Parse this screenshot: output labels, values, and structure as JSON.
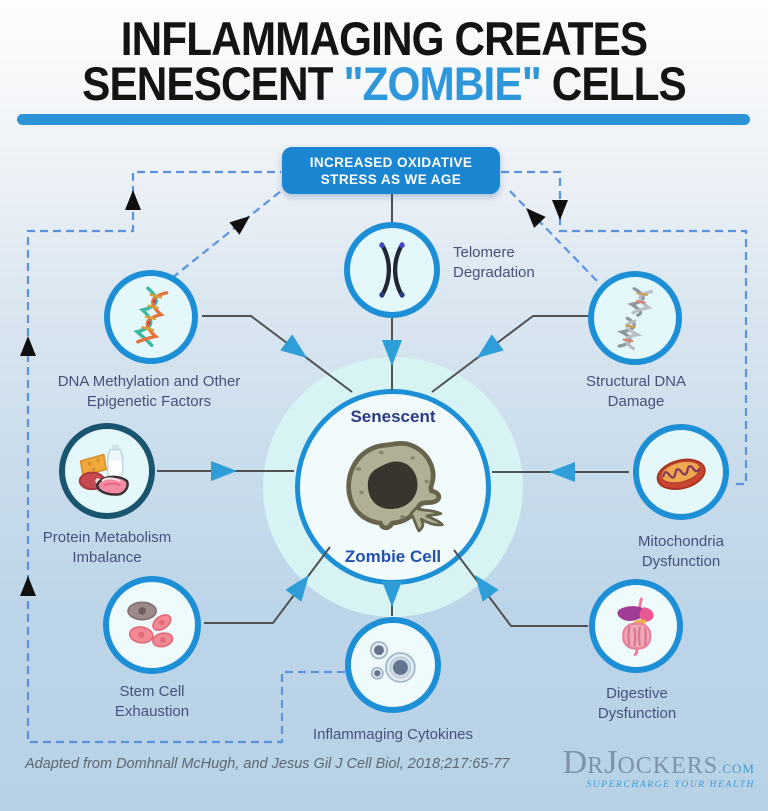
{
  "title": {
    "line1": "INFLAMMAGING CREATES",
    "line2_prefix": "SENESCENT ",
    "line2_highlight": "\"ZOMBIE\"",
    "line2_suffix": " CELLS"
  },
  "banner": {
    "text": "INCREASED OXIDATIVE STRESS AS WE AGE"
  },
  "center": {
    "top_label": "Senescent",
    "bottom_label": "Zombie Cell",
    "icon": "zombie-cell-icon"
  },
  "nodes": [
    {
      "id": "telomere",
      "label": "Telomere Degradation",
      "icon": "chromosome-icon"
    },
    {
      "id": "dna-methylation",
      "label": "DNA Methylation and Other Epigenetic Factors",
      "icon": "dna-helix-icon"
    },
    {
      "id": "structural-dna",
      "label": "Structural DNA Damage",
      "icon": "broken-dna-icon"
    },
    {
      "id": "protein",
      "label": "Protein Metabolism Imbalance",
      "icon": "protein-foods-icon"
    },
    {
      "id": "mitochondria",
      "label": "Mitochondria Dysfunction",
      "icon": "mitochondria-icon"
    },
    {
      "id": "stem-cell",
      "label": "Stem Cell Exhaustion",
      "icon": "stem-cells-icon"
    },
    {
      "id": "digestive",
      "label": "Digestive Dysfunction",
      "icon": "digestive-system-icon"
    },
    {
      "id": "cytokines",
      "label": "Inflammaging Cytokines",
      "icon": "cytokines-icon"
    }
  ],
  "footer": {
    "citation": "Adapted from Domhnall McHugh, and Jesus Gil J Cell Biol, 2018;217:65-77",
    "logo": {
      "d": "D",
      "r": "R",
      "j": "J",
      "ockers": "OCKERS",
      "dotcom": ".COM",
      "tagline": "SUPERCHARGE YOUR HEALTH"
    }
  },
  "colors": {
    "highlight_blue": "#2e96db",
    "title_bar_blue": "#2d93d8",
    "banner_blue": "#1a85d0",
    "circle_border_blue": "#1d8fd6",
    "protein_circle_border_dark": "#1a5570",
    "halo_cyan": "#d7f3f4",
    "solid_line_gray": "#4f5356",
    "arrow_blue": "#2d9ed8",
    "dashed_line_blue": "#5b93de",
    "black_arrow": "#101010",
    "label_text": "#46527a",
    "senescent_text": "#2b3a85",
    "zombie_cell_text": "#2450ae"
  }
}
